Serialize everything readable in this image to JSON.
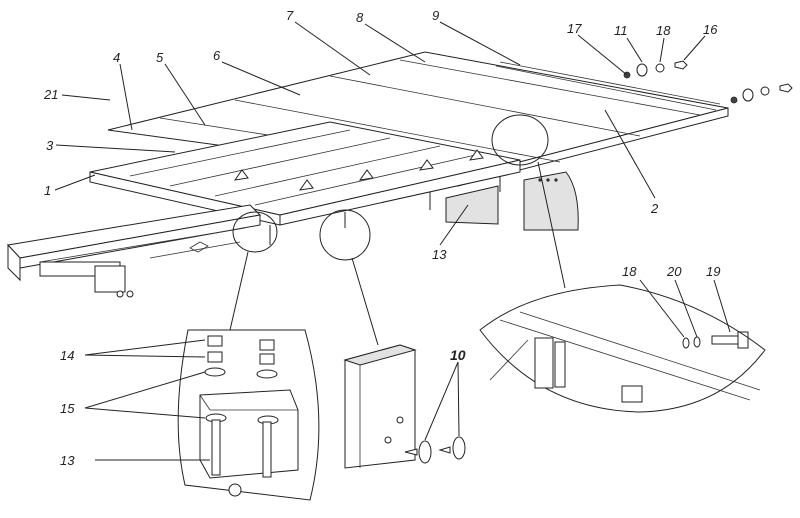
{
  "callouts": {
    "n1": "1",
    "n2": "2",
    "n3": "3",
    "n4": "4",
    "n5": "5",
    "n6": "6",
    "n7": "7",
    "n8": "8",
    "n9": "9",
    "n10": "10",
    "n11": "11",
    "n13a": "13",
    "n13b": "13",
    "n14": "14",
    "n15": "15",
    "n16": "16",
    "n17": "17",
    "n18a": "18",
    "n18b": "18",
    "n19": "19",
    "n20": "20",
    "n21": "21"
  },
  "colors": {
    "ink": "#222222",
    "paper": "#ffffff",
    "shade": "#e2e2e2"
  }
}
